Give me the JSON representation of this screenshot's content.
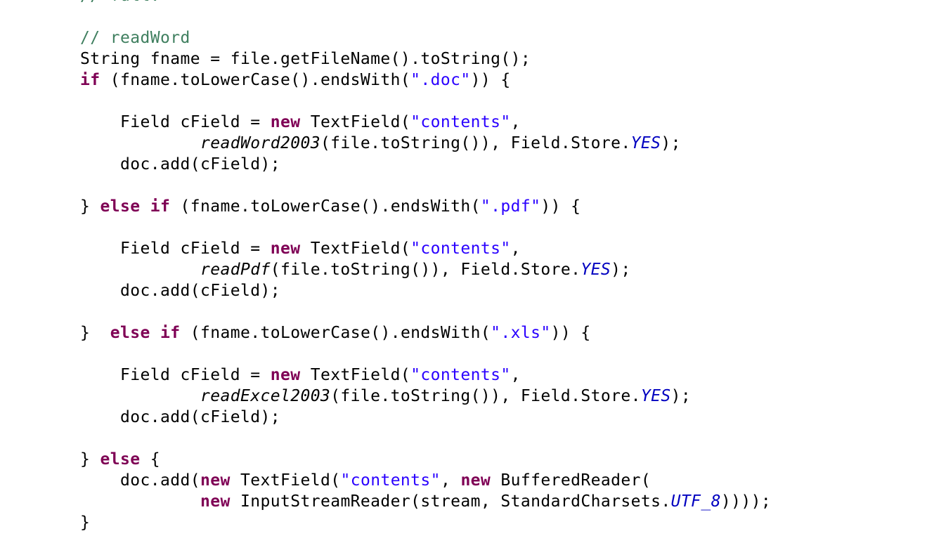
{
  "editor": {
    "colors": {
      "background": "#ffffff",
      "plain": "#000000",
      "keyword": "#7f0055",
      "string": "#2a00ff",
      "comment": "#3f7f5f",
      "constant": "#0000c0"
    },
    "lines": [
      [
        {
          "t": "// full:",
          "c": "cmt"
        }
      ],
      [],
      [
        {
          "t": "// readWord",
          "c": "cmt"
        }
      ],
      [
        {
          "t": "String fname = file.getFileName().toString();",
          "c": "plain"
        }
      ],
      [
        {
          "t": "if",
          "c": "kw"
        },
        {
          "t": " (fname.toLowerCase().endsWith(",
          "c": "plain"
        },
        {
          "t": "\".doc\"",
          "c": "str"
        },
        {
          "t": ")) {",
          "c": "plain"
        }
      ],
      [],
      [
        {
          "t": "    Field cField = ",
          "c": "plain"
        },
        {
          "t": "new",
          "c": "kw"
        },
        {
          "t": " TextField(",
          "c": "plain"
        },
        {
          "t": "\"contents\"",
          "c": "str"
        },
        {
          "t": ",",
          "c": "plain"
        }
      ],
      [
        {
          "t": "            ",
          "c": "plain"
        },
        {
          "t": "readWord2003",
          "c": "ital"
        },
        {
          "t": "(file.toString()), Field.Store.",
          "c": "plain"
        },
        {
          "t": "YES",
          "c": "const"
        },
        {
          "t": ");",
          "c": "plain"
        }
      ],
      [
        {
          "t": "    doc.add(cField);",
          "c": "plain"
        }
      ],
      [],
      [
        {
          "t": "} ",
          "c": "plain"
        },
        {
          "t": "else",
          "c": "kw"
        },
        {
          "t": " ",
          "c": "plain"
        },
        {
          "t": "if",
          "c": "kw"
        },
        {
          "t": " (fname.toLowerCase().endsWith(",
          "c": "plain"
        },
        {
          "t": "\".pdf\"",
          "c": "str"
        },
        {
          "t": ")) {",
          "c": "plain"
        }
      ],
      [],
      [
        {
          "t": "    Field cField = ",
          "c": "plain"
        },
        {
          "t": "new",
          "c": "kw"
        },
        {
          "t": " TextField(",
          "c": "plain"
        },
        {
          "t": "\"contents\"",
          "c": "str"
        },
        {
          "t": ",",
          "c": "plain"
        }
      ],
      [
        {
          "t": "            ",
          "c": "plain"
        },
        {
          "t": "readPdf",
          "c": "ital"
        },
        {
          "t": "(file.toString()), Field.Store.",
          "c": "plain"
        },
        {
          "t": "YES",
          "c": "const"
        },
        {
          "t": ");",
          "c": "plain"
        }
      ],
      [
        {
          "t": "    doc.add(cField);",
          "c": "plain"
        }
      ],
      [],
      [
        {
          "t": "}  ",
          "c": "plain"
        },
        {
          "t": "else",
          "c": "kw"
        },
        {
          "t": " ",
          "c": "plain"
        },
        {
          "t": "if",
          "c": "kw"
        },
        {
          "t": " (fname.toLowerCase().endsWith(",
          "c": "plain"
        },
        {
          "t": "\".xls\"",
          "c": "str"
        },
        {
          "t": ")) {",
          "c": "plain"
        }
      ],
      [],
      [
        {
          "t": "    Field cField = ",
          "c": "plain"
        },
        {
          "t": "new",
          "c": "kw"
        },
        {
          "t": " TextField(",
          "c": "plain"
        },
        {
          "t": "\"contents\"",
          "c": "str"
        },
        {
          "t": ",",
          "c": "plain"
        }
      ],
      [
        {
          "t": "            ",
          "c": "plain"
        },
        {
          "t": "readExcel2003",
          "c": "ital"
        },
        {
          "t": "(file.toString()), Field.Store.",
          "c": "plain"
        },
        {
          "t": "YES",
          "c": "const"
        },
        {
          "t": ");",
          "c": "plain"
        }
      ],
      [
        {
          "t": "    doc.add(cField);",
          "c": "plain"
        }
      ],
      [],
      [
        {
          "t": "} ",
          "c": "plain"
        },
        {
          "t": "else",
          "c": "kw"
        },
        {
          "t": " {",
          "c": "plain"
        }
      ],
      [
        {
          "t": "    doc.add(",
          "c": "plain"
        },
        {
          "t": "new",
          "c": "kw"
        },
        {
          "t": " TextField(",
          "c": "plain"
        },
        {
          "t": "\"contents\"",
          "c": "str"
        },
        {
          "t": ", ",
          "c": "plain"
        },
        {
          "t": "new",
          "c": "kw"
        },
        {
          "t": " BufferedReader(",
          "c": "plain"
        }
      ],
      [
        {
          "t": "            ",
          "c": "plain"
        },
        {
          "t": "new",
          "c": "kw"
        },
        {
          "t": " InputStreamReader(stream, StandardCharsets.",
          "c": "plain"
        },
        {
          "t": "UTF_8",
          "c": "const"
        },
        {
          "t": "))));",
          "c": "plain"
        }
      ],
      [
        {
          "t": "}",
          "c": "plain"
        }
      ]
    ]
  }
}
